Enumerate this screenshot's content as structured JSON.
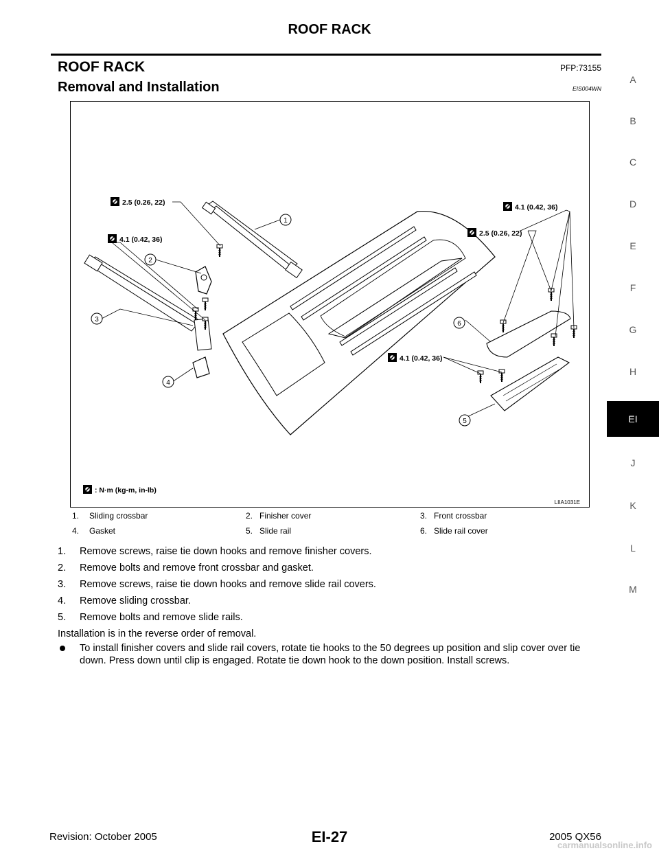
{
  "header": {
    "running_title": "ROOF RACK"
  },
  "section": {
    "title": "ROOF RACK",
    "pfp": "PFP:73155"
  },
  "subsection": {
    "title": "Removal and Installation",
    "code": "EIS004WN"
  },
  "figure": {
    "torque_labels": {
      "t1": "2.5 (0.26, 22)",
      "t2": "4.1 (0.42, 36)",
      "t3": "4.1 (0.42, 36)",
      "t4": "2.5 (0.26, 22)",
      "t5": "4.1 (0.42, 36)"
    },
    "callouts": [
      "1",
      "2",
      "3",
      "4",
      "5",
      "6"
    ],
    "units": ": N·m (kg-m, in-lb)",
    "figure_id": "LIIA1031E"
  },
  "legend": [
    {
      "num": "1.",
      "name": "Sliding crossbar"
    },
    {
      "num": "2.",
      "name": "Finisher cover"
    },
    {
      "num": "3.",
      "name": "Front crossbar"
    },
    {
      "num": "4.",
      "name": "Gasket"
    },
    {
      "num": "5.",
      "name": "Slide rail"
    },
    {
      "num": "6.",
      "name": "Slide rail cover"
    }
  ],
  "steps": [
    {
      "num": "1.",
      "text": "Remove screws, raise tie down hooks and remove finisher covers."
    },
    {
      "num": "2.",
      "text": "Remove bolts and remove front crossbar and gasket."
    },
    {
      "num": "3.",
      "text": "Remove screws, raise tie down hooks and remove slide rail covers."
    },
    {
      "num": "4.",
      "text": "Remove sliding crossbar."
    },
    {
      "num": "5.",
      "text": "Remove bolts and remove slide rails."
    }
  ],
  "install_note": "Installation is in the reverse order of removal.",
  "bullet_note": "To install finisher covers and slide rail covers, rotate tie hooks to the 50 degrees up position and slip cover over tie down. Press down until clip is engaged. Rotate tie down hook to the down position. Install screws.",
  "side_tabs": [
    "A",
    "B",
    "C",
    "D",
    "E",
    "F",
    "G",
    "H",
    "EI",
    "J",
    "K",
    "L",
    "M"
  ],
  "active_tab": "EI",
  "footer": {
    "revision": "Revision: October 2005",
    "page": "EI-27",
    "model": "2005 QX56",
    "watermark": "carmanualsonline.info"
  }
}
